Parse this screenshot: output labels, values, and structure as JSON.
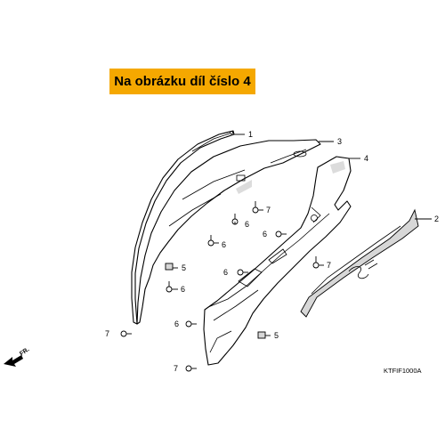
{
  "banner": {
    "text": "Na obrázku díl číslo 4"
  },
  "callouts": {
    "n1": "1",
    "n2": "2",
    "n3": "3",
    "n4": "4",
    "n5a": "5",
    "n5b": "5",
    "n6a": "6",
    "n6b": "6",
    "n6c": "6",
    "n6d": "6",
    "n6e": "6",
    "n6f": "6",
    "n7a": "7",
    "n7b": "7",
    "n7c": "7",
    "n7d": "7"
  },
  "direction": {
    "label": "FR."
  },
  "diagram_code": "KTFIF1000A",
  "colors": {
    "banner": "#f5a800",
    "line": "#000000",
    "shade": "#d7d7d7"
  }
}
